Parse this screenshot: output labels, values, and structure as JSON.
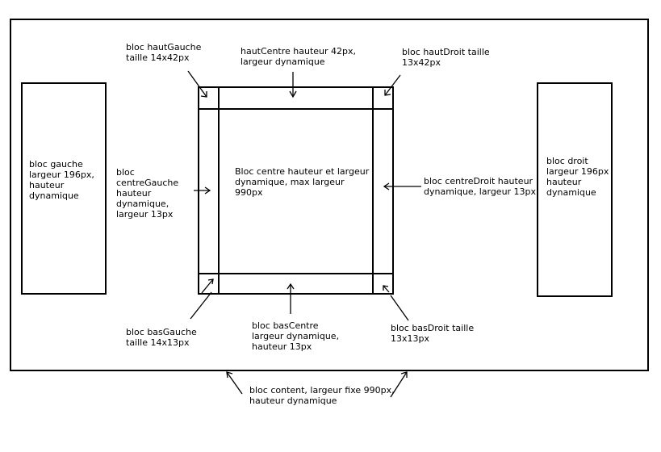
{
  "labels": {
    "haut_gauche": "bloc hautGauche\ntaille 14x42px",
    "haut_centre": "hautCentre hauteur 42px,\nlargeur dynamique",
    "haut_droit": "bloc hautDroit taille\n13x42px",
    "gauche": "bloc gauche\nlargeur 196px,\nhauteur\ndynamique",
    "centre_gauche": "bloc\ncentreGauche\nhauteur\ndynamique,\nlargeur 13px",
    "centre": "Bloc centre hauteur et largeur\ndynamique, max largeur\n990px",
    "centre_droit": "bloc centreDroit hauteur\ndynamique, largeur 13px",
    "droit": "bloc droit\nlargeur 196px\nhauteur\ndynamique",
    "bas_gauche": "bloc basGauche\ntaille 14x13px",
    "bas_centre": "bloc basCentre\nlargeur dynamique,\nhauteur 13px",
    "bas_droit": "bloc basDroit taille\n13x13px",
    "content": "bloc content, largeur fixe 990px,\nhauteur dynamique"
  }
}
